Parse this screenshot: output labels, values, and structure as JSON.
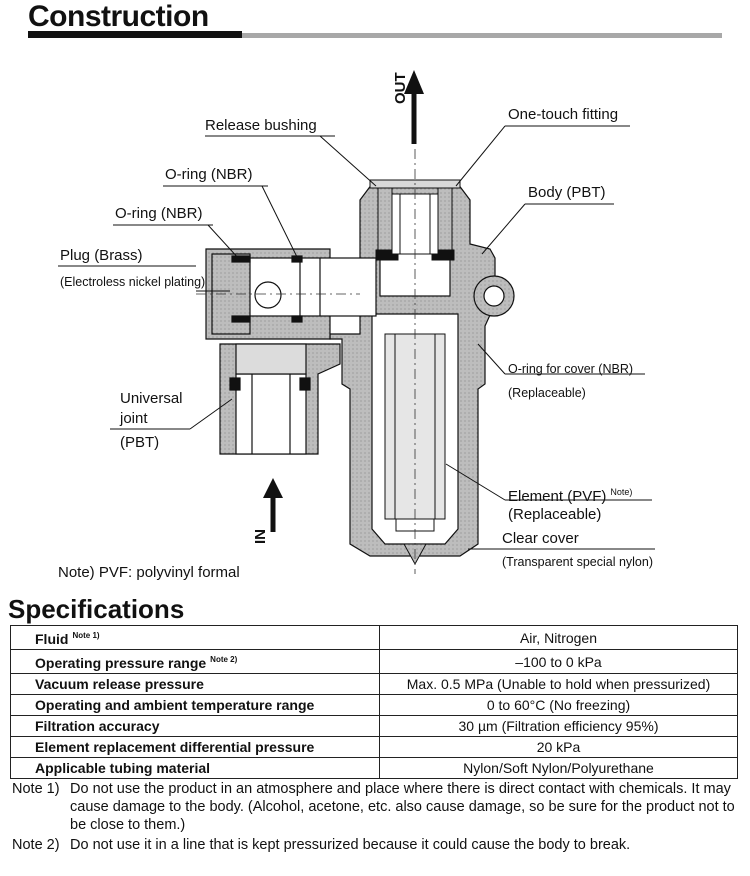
{
  "construction": {
    "title": "Construction",
    "flow_out": "OUT",
    "flow_in": "IN",
    "labels": {
      "release_bushing": "Release bushing",
      "one_touch_fitting": "One-touch fitting",
      "o_ring_nbr_1": "O-ring (NBR)",
      "o_ring_nbr_2": "O-ring (NBR)",
      "body": "Body (PBT)",
      "plug": "Plug (Brass)",
      "plug_sub": "(Electroless nickel plating)",
      "o_ring_cover": "O-ring for cover (NBR)",
      "o_ring_cover_sub": "(Replaceable)",
      "universal_joint_1": "Universal",
      "universal_joint_2": "joint",
      "universal_joint_3": "(PBT)",
      "element": "Element (PVF)",
      "element_note": "Note)",
      "element_sub": "(Replaceable)",
      "clear_cover": "Clear cover",
      "clear_cover_sub": "(Transparent special nylon)",
      "pvf_note": "Note) PVF: polyvinyl formal"
    },
    "colors": {
      "body_fill": "#b4b4b4",
      "line": "#111111"
    }
  },
  "specifications": {
    "title": "Specifications",
    "rows": [
      {
        "item": "Fluid",
        "note": "Note 1)",
        "value": "Air, Nitrogen"
      },
      {
        "item": "Operating pressure range",
        "note": "Note 2)",
        "value": "–100 to 0 kPa"
      },
      {
        "item": "Vacuum release pressure",
        "note": "",
        "value": "Max. 0.5 MPa (Unable to hold when pressurized)"
      },
      {
        "item": "Operating and ambient temperature range",
        "note": "",
        "value": "0 to 60°C (No freezing)"
      },
      {
        "item": "Filtration accuracy",
        "note": "",
        "value": "30 µm (Filtration efficiency 95%)"
      },
      {
        "item": "Element replacement differential pressure",
        "note": "",
        "value": "20 kPa"
      },
      {
        "item": "Applicable tubing material",
        "note": "",
        "value": "Nylon/Soft Nylon/Polyurethane"
      }
    ]
  },
  "notes": [
    {
      "label": "Note 1)",
      "text": "Do not use the product in an atmosphere and place where there is direct contact with chemicals. It may cause damage to the body. (Alcohol, acetone, etc. also cause damage, so be sure for the product not to be close to them.)"
    },
    {
      "label": "Note 2)",
      "text": "Do not use it in a line that is kept pressurized because it could cause the body to break."
    }
  ]
}
